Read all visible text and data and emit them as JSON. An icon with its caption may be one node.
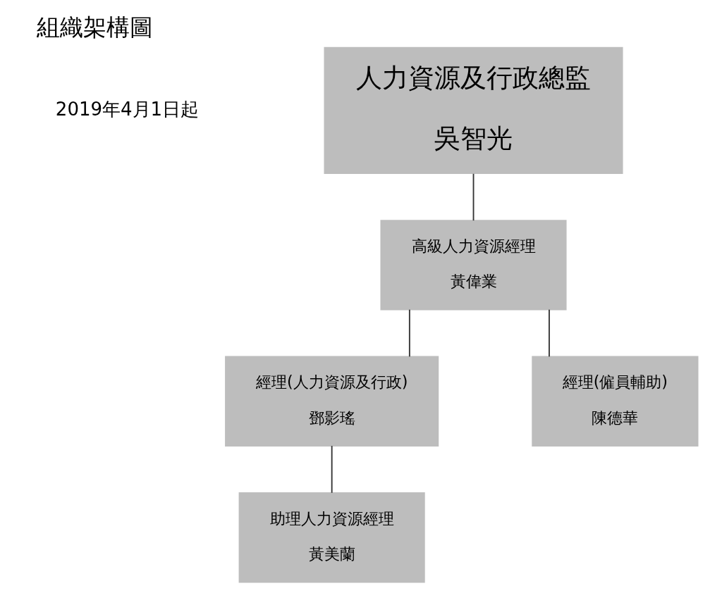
{
  "diagram": {
    "title": "組織架構圖",
    "nodes": [
      {
        "text": [
          "人力資源及行政總監",
          "吳智光"
        ]
      },
      {
        "text": [
          "高級人力資源經理",
          "黃偉業"
        ]
      },
      {
        "text": [
          "經理(人力資源及行政)",
          "鄧影瑤"
        ]
      },
      {
        "text": [
          "經理(僱員輔助)",
          "陳德華"
        ]
      },
      {
        "text": [
          "助理人力資源經理",
          "黃美蘭"
        ]
      }
    ],
    "edges": [
      {
        "from": 0,
        "to": 1,
        "arrow": "none"
      },
      {
        "from": 1,
        "to": 2,
        "arrow": "none"
      },
      {
        "from": 1,
        "to": 3,
        "arrow": "none"
      },
      {
        "from": 2,
        "to": 4,
        "arrow": "none"
      }
    ],
    "labels": [
      "2019年4月1日起"
    ]
  }
}
